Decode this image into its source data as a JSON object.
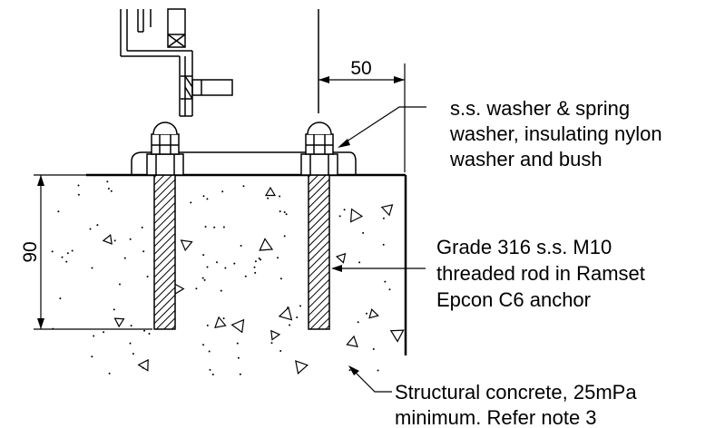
{
  "dimensions": {
    "horizontal": "50",
    "vertical": "90"
  },
  "callouts": {
    "washer": [
      "s.s. washer & spring",
      "washer, insulating nylon",
      "washer and bush"
    ],
    "rod": [
      "Grade 316 s.s. M10",
      "threaded rod in Ramset",
      "Epcon C6 anchor"
    ],
    "concrete": [
      "Structural concrete, 25mPa",
      "minimum. Refer note 3"
    ]
  }
}
